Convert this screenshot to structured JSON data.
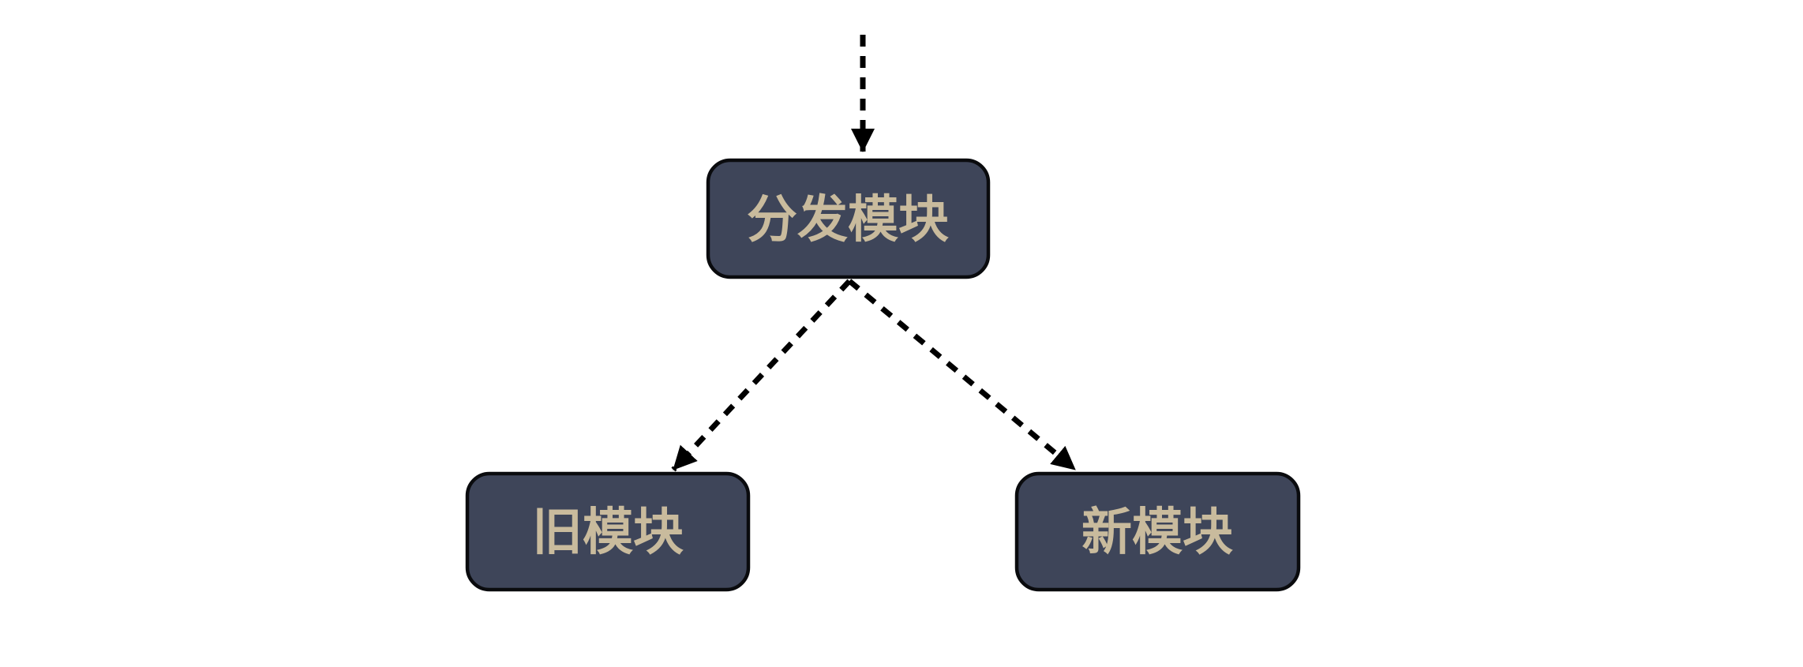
{
  "diagram": {
    "type": "flowchart",
    "direction": "top-down",
    "nodes": {
      "dispatch": {
        "label": "分发模块",
        "shape": "rounded-rect"
      },
      "old": {
        "label": "旧模块",
        "shape": "rounded-rect"
      },
      "new": {
        "label": "新模块",
        "shape": "rounded-rect"
      }
    },
    "edges": [
      {
        "from": "external-entry",
        "to": "dispatch",
        "style": "dashed",
        "arrow": "filled-triangle",
        "label": ""
      },
      {
        "from": "dispatch",
        "to": "old",
        "style": "dashed",
        "arrow": "filled-triangle",
        "label": ""
      },
      {
        "from": "dispatch",
        "to": "new",
        "style": "dashed",
        "arrow": "filled-triangle",
        "label": ""
      }
    ]
  },
  "colors": {
    "background": "#ffffff",
    "node_fill": "#3e4559",
    "node_border": "#0a0b0e",
    "node_text": "#c9bb9d",
    "edge": "#000000"
  }
}
